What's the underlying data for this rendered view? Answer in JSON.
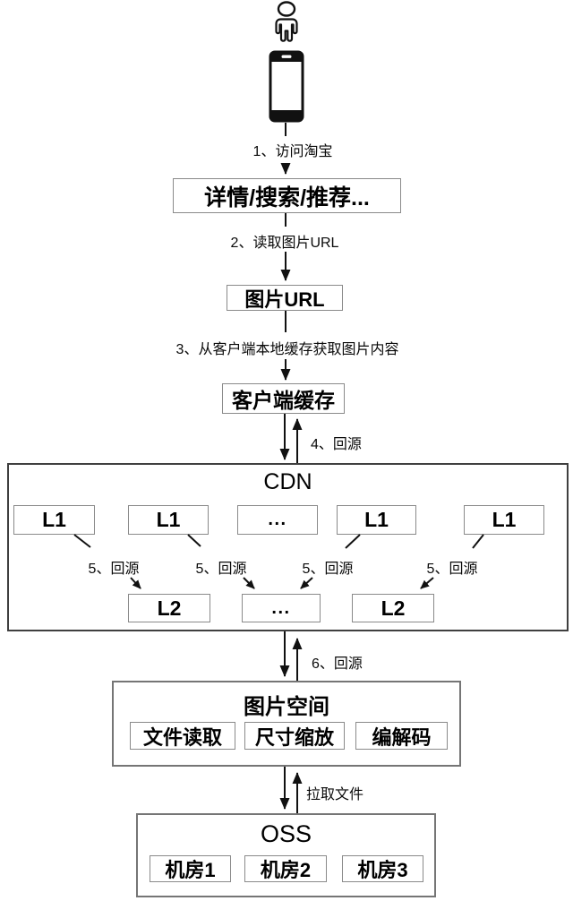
{
  "steps": {
    "s1": "1、访问淘宝",
    "s2": "2、读取图片URL",
    "s3": "3、从客户端本地缓存获取图片内容",
    "s4": "4、回源",
    "s5": "5、回源",
    "s6": "6、回源",
    "pull": "拉取文件"
  },
  "nodes": {
    "app_page": "详情/搜索/推荐...",
    "image_url": "图片URL",
    "client_cache": "客户端缓存",
    "cdn": {
      "title": "CDN",
      "l1": "L1",
      "l2": "L2",
      "dots": "..."
    },
    "image_space": {
      "title": "图片空间",
      "file_read": "文件读取",
      "resize": "尺寸缩放",
      "codec": "编解码"
    },
    "oss": {
      "title": "OSS",
      "room1": "机房1",
      "room2": "机房2",
      "room3": "机房3"
    }
  },
  "icons": {
    "person": "person-icon",
    "phone": "smartphone-icon"
  },
  "colors": {
    "line": "#111111",
    "box_border": "#8a8a8a",
    "container_border": "#5a5a5a",
    "text": "#000000",
    "background": "#ffffff"
  }
}
